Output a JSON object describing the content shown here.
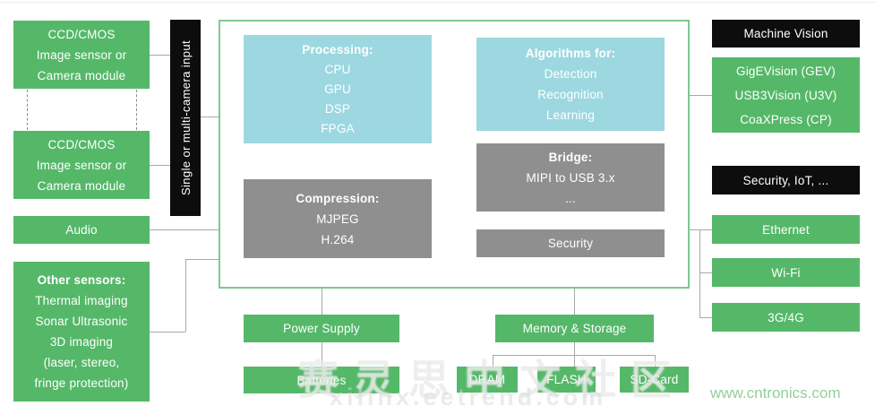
{
  "colors": {
    "block_green": "#55b869",
    "block_cyan": "#9dd8e1",
    "block_gray": "#8f8f8f",
    "block_black": "#0d0d0d",
    "frame_border_green": "#7fc891",
    "connector_gray": "#a9a9a9",
    "watermark_site_green": "#93cf9d",
    "text_white": "#ffffff"
  },
  "left": {
    "camera_top": {
      "lines": [
        "CCD/CMOS",
        "Image sensor or",
        "Camera module"
      ]
    },
    "camera_bottom": {
      "lines": [
        "CCD/CMOS",
        "Image sensor or",
        "Camera module"
      ]
    },
    "audio_label": "Audio",
    "other_sensors": {
      "title": "Other sensors:",
      "lines": [
        "Thermal imaging",
        "Sonar Ultrasonic",
        "3D imaging",
        "(laser, stereo,",
        "fringe protection)"
      ]
    }
  },
  "input_bar": {
    "label": "Single or multi-camera input"
  },
  "processor": {
    "processing": {
      "title": "Processing:",
      "items": [
        "CPU",
        "GPU",
        "DSP",
        "FPGA"
      ]
    },
    "compression": {
      "title": "Compression:",
      "items": [
        "MJPEG",
        "H.264"
      ]
    },
    "algorithms": {
      "title": "Algorithms for:",
      "items": [
        "Detection",
        "Recognition",
        "Learning"
      ]
    },
    "bridge": {
      "title": "Bridge:",
      "items": [
        "MIPI to USB 3.x",
        "..."
      ]
    },
    "security_label": "Security"
  },
  "right": {
    "machine_vision_label": "Machine Vision",
    "protocols": {
      "lines": [
        "GigEVision (GEV)",
        "USB3Vision (U3V)",
        "CoaXPress (CP)"
      ]
    },
    "security_iot_label": "Security, IoT, ...",
    "ethernet_label": "Ethernet",
    "wifi_label": "Wi-Fi",
    "cellular_label": "3G/4G"
  },
  "bottom": {
    "power_supply_label": "Power Supply",
    "batteries_label": "Batteries",
    "memory_label": "Memory & Storage",
    "dram_label": "DRAM",
    "flash_label": "FLASH",
    "sdcard_label": "SD-Card"
  },
  "watermarks": {
    "center_text": "赛灵思中文社区",
    "center_subtext": "xilinx.eetrend.com",
    "site_url": "www.cntronics.com"
  }
}
